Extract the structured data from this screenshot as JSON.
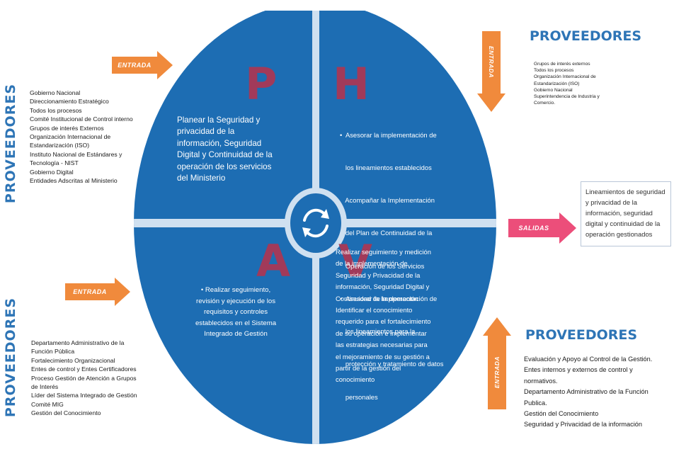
{
  "colors": {
    "blue_circle": "#1d6db3",
    "blue_dark": "#1a5f9e",
    "separator": "#cfe0f0",
    "orange_arrow": "#f08a3c",
    "pink_arrow": "#ec4e7a",
    "heading_blue": "#2e75b6",
    "letter": "#a13a5a"
  },
  "labels": {
    "proveedores_left_top": "PROVEEDORES",
    "proveedores_left_bottom": "PROVEEDORES",
    "proveedores_right_top": "PROVEEDORES",
    "proveedores_right_bottom": "PROVEEDORES"
  },
  "arrows": {
    "entrada_left_top": "ENTRADA",
    "entrada_left_bottom": "ENTRADA",
    "entrada_right_top": "ENTRADA",
    "entrada_right_bottom": "ENTRADA",
    "salidas": "SALIDAS"
  },
  "left_top_list": [
    "Gobierno Nacional",
    "Direccionamiento Estratégico",
    "Todos los procesos",
    "Comité Institucional de Control interno",
    "Grupos de interés Externos",
    "Organización Internacional de",
    "Estandarización (ISO)",
    "Instituto Nacional de Estándares y",
    "Tecnología - NIST",
    "Gobierno Digital",
    "Entidades Adscritas al Ministerio"
  ],
  "left_bottom_list": [
    "Departamento Administrativo de la",
    "Función Pública",
    "Fortalecimiento Organizacional",
    "Entes de control y Entes Certificadores",
    "Proceso Gestión de Atención a Grupos",
    "de Interés",
    "Líder del Sistema Integrado de Gestión",
    "Comité MIG",
    "Gestión del Conocimiento"
  ],
  "right_top_list": [
    "Grupos de interés externos",
    "Todos los procesos",
    "Organización Internacional de",
    "Estandarización (ISO)",
    "Gobierno Nacional",
    "Superintendencia de Industria y",
    "Comercio."
  ],
  "right_bottom_list": [
    "Evaluación y Apoyo al Control de la Gestión.",
    "Entes internos y externos de control y",
    "normativos.",
    "Departamento Administrativo de la Función",
    "Publica.",
    "Gestión del Conocimiento",
    "Seguridad y Privacidad de la información"
  ],
  "quadrants": {
    "p": {
      "letter": "P",
      "lines": [
        "Planear la Seguridad y",
        "privacidad de la",
        "información, Seguridad",
        "Digital y Continuidad de la",
        "operación de los servicios",
        "del Ministerio"
      ]
    },
    "h": {
      "letter": "H",
      "lines": [
        "•  Asesorar la implementación de",
        "   los lineamientos establecidos",
        "   Acompañar la Implementación",
        "   del Plan de Continuidad de la",
        "   Operación de los Servicios",
        "•  Asesorar la Implementación de",
        "   los lineamientos para la",
        "   protección y tratamiento de datos",
        "   personales"
      ]
    },
    "a": {
      "letter": "A",
      "lines": [
        "• Realizar seguimiento,",
        "revisión y ejecución de los",
        "requisitos y controles",
        "establecidos en el Sistema",
        "Integrado de Gestión"
      ]
    },
    "v": {
      "letter": "V",
      "lines": [
        "Realizar seguimiento y medición",
        "de la implementación de",
        "Seguridad y Privacidad de la",
        "información, Seguridad Digital y",
        "Continuidad de la operación",
        "Identificar el conocimiento",
        "requerido para el fortalecimiento",
        "de su operación e implementar",
        "las estrategias necesarias para",
        "el mejoramiento de su gestión a",
        "partir de la gestión del",
        "conocimiento"
      ]
    }
  },
  "outcome": "Lineamientos de seguridad y privacidad de la información, seguridad digital y continuidad de la operación gestionados",
  "icons": {
    "center": "refresh-cycle-icon"
  }
}
